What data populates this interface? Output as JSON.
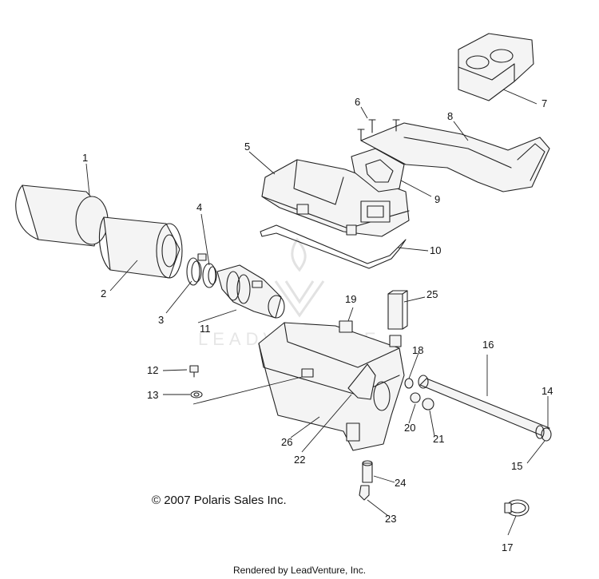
{
  "diagram": {
    "copyright": "© 2007 Polaris Sales Inc.",
    "footer": "Rendered by LeadVenture, Inc.",
    "watermark": "LEADVENTURE",
    "callouts": [
      "1",
      "2",
      "3",
      "4",
      "5",
      "6",
      "7",
      "8",
      "9",
      "10",
      "11",
      "12",
      "13",
      "14",
      "15",
      "16",
      "17",
      "18",
      "19",
      "20",
      "21",
      "22",
      "23",
      "24",
      "25",
      "26"
    ]
  }
}
